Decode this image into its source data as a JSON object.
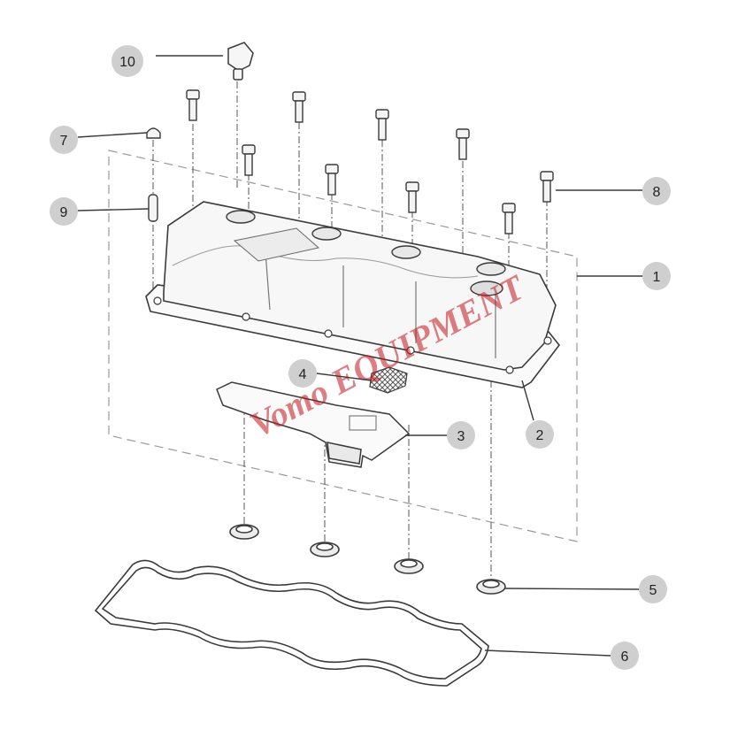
{
  "watermark": "Vomo EQUIPMENT",
  "callouts": [
    {
      "number": "1",
      "part": "valve-cover"
    },
    {
      "number": "2",
      "part": "cover-flange"
    },
    {
      "number": "3",
      "part": "baffle-plate"
    },
    {
      "number": "4",
      "part": "mesh-filter"
    },
    {
      "number": "5",
      "part": "grommet-seal"
    },
    {
      "number": "6",
      "part": "cover-gasket"
    },
    {
      "number": "7",
      "part": "cap-nut"
    },
    {
      "number": "8",
      "part": "bolt"
    },
    {
      "number": "9",
      "part": "dowel-pin"
    },
    {
      "number": "10",
      "part": "breather-fitting"
    }
  ],
  "colors": {
    "callout_fill": "#cfcfcf",
    "line": "#3a3a3a",
    "watermark": "#c2161e"
  }
}
